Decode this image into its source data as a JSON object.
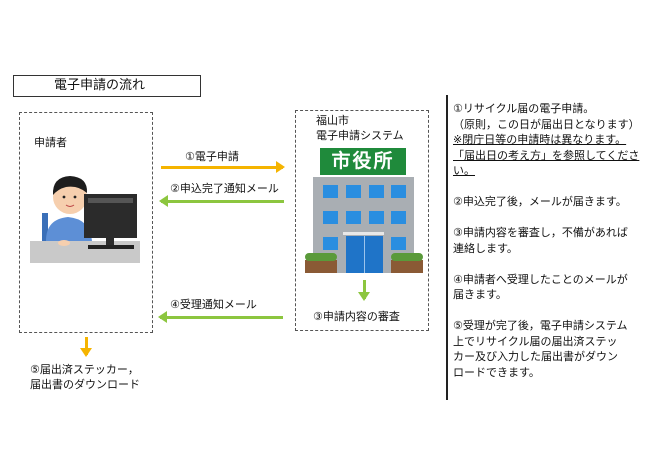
{
  "title": "電子申請の流れ",
  "applicant": {
    "label": "申請者"
  },
  "system": {
    "line1": "福山市",
    "line2": "電子申請システム",
    "sign": "市役所"
  },
  "steps": {
    "s1": "①電子申請",
    "s2": "②申込完了通知メール",
    "s3": "③申請内容の審査",
    "s4": "④受理通知メール",
    "s5_line1": "⑤届出済ステッカー，",
    "s5_line2": "届出書のダウンロード"
  },
  "notes": {
    "n1_line1": "①リサイクル届の電子申請。",
    "n1_line2": "（原則，この日が届出日となります）",
    "n1_line3": "※閉庁日等の申請時は異なります。",
    "n1_line4": "「届出日の考え方」を参照してくださ",
    "n1_line5": "い。",
    "n2": "②申込完了後，メールが届きます。",
    "n3_line1": "③申請内容を審査し，不備があれば",
    "n3_line2": "連絡します。",
    "n4_line1": "④申請者へ受理したことのメールが",
    "n4_line2": "届きます。",
    "n5_line1": "⑤受理が完了後，電子申請システム",
    "n5_line2": "上でリサイクル届の届出済ステッ",
    "n5_line3": "カー及び入力した届出書がダウン",
    "n5_line4": "ロードできます。"
  },
  "colors": {
    "orange": "#f5b400",
    "green": "#8cc63f",
    "sign_green": "#1f8a3b",
    "window_blue": "#2a8ee0"
  }
}
